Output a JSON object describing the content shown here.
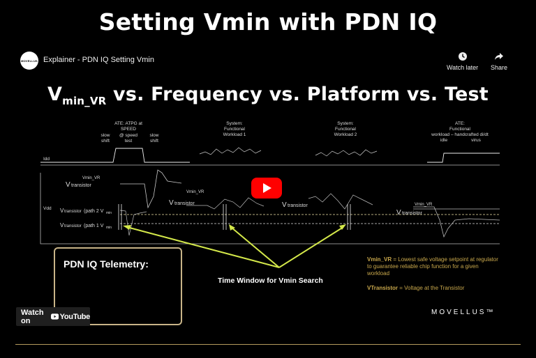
{
  "page": {
    "title": "Setting Vmin with PDN IQ"
  },
  "player": {
    "channel_avatar_text": "MOVELLUS",
    "video_title": "Explainer - PDN IQ Setting Vmin",
    "watch_later_label": "Watch later",
    "share_label": "Share",
    "watch_on_label": "Watch on",
    "youtube_label": "YouTube",
    "play_icon": "play-icon",
    "accent_color": "#ff0000"
  },
  "slide": {
    "heading_v": "V",
    "heading_sub": "min_VR",
    "heading_rest": " vs. Frequency vs. Platform vs. Test",
    "axis_idd": "Idd",
    "axis_vdd": "Vdd",
    "ate_label": [
      "ATE: ATPG at",
      "SPEED"
    ],
    "slow_shift_left": [
      "slow",
      "shift"
    ],
    "speed_test": [
      "@ speed",
      "test"
    ],
    "slow_shift_right": [
      "slow",
      "shift"
    ],
    "system1": [
      "System:",
      "Functional",
      "Workload 1"
    ],
    "system2": [
      "System:",
      "Functional",
      "Workload 2"
    ],
    "ate2": [
      "ATE:",
      "Functional",
      "workload – handcrafted di/dt"
    ],
    "idle_label": "idle",
    "virus_label": "virus",
    "vmin_vr": "Vmin_VR",
    "vtransistor": "transistor",
    "vtransistor_prefix": "V",
    "path2": "(path 2 V",
    "path1": "(path 1 V",
    "vmin_sub": "min",
    "telemetry_label": "PDN IQ Telemetry:",
    "time_window_label": "Time Window for Vmin Search",
    "def1_term": "Vmin_VR",
    "def1_text": " = Lowest safe voltage setpoint at regulator to guarantee reliable chip function for a given workload",
    "def2_term": "VTransistor",
    "def2_text": " = Voltage at the Transistor",
    "brand": "MOVELLUS™",
    "arrow_color": "#d4e84a",
    "box_color": "#c8b488"
  }
}
